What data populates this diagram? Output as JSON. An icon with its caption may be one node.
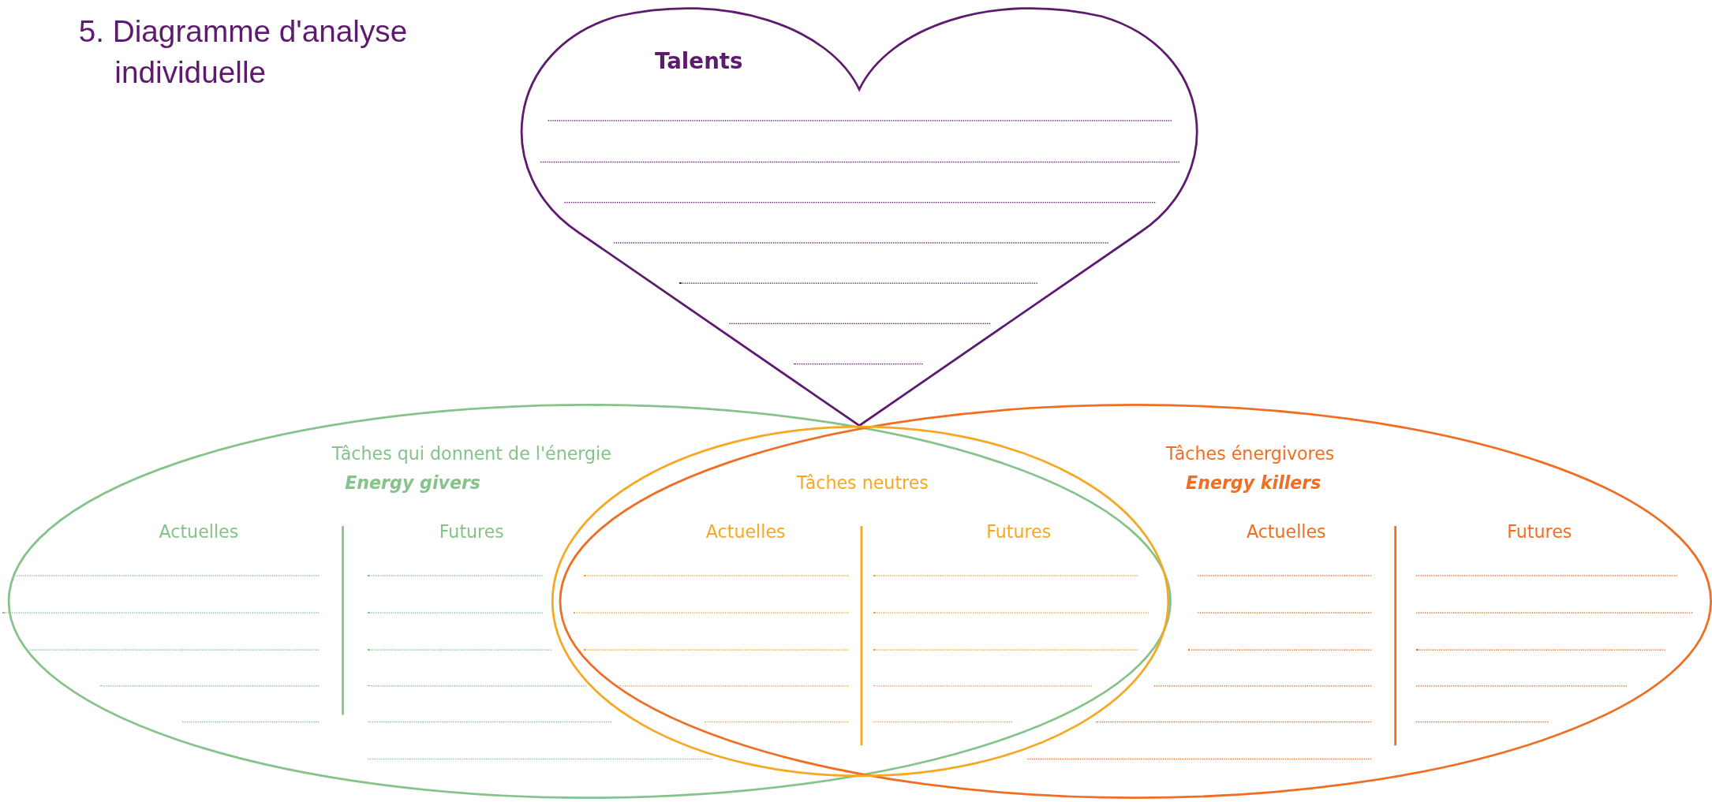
{
  "diagram": {
    "title": "5. Diagramme d'analyse individuelle",
    "nodes": [
      {
        "text": [
          "Talents"
        ]
      },
      {
        "text": [
          "Tâches qui donnent de l'énergie",
          "Energy givers",
          "Actuelles",
          "Futures"
        ]
      },
      {
        "text": [
          "Tâches neutres",
          "Actuelles",
          "Futures"
        ]
      },
      {
        "text": [
          "Tâches énergivores",
          "Energy killers",
          "Actuelles",
          "Futures"
        ]
      }
    ]
  }
}
